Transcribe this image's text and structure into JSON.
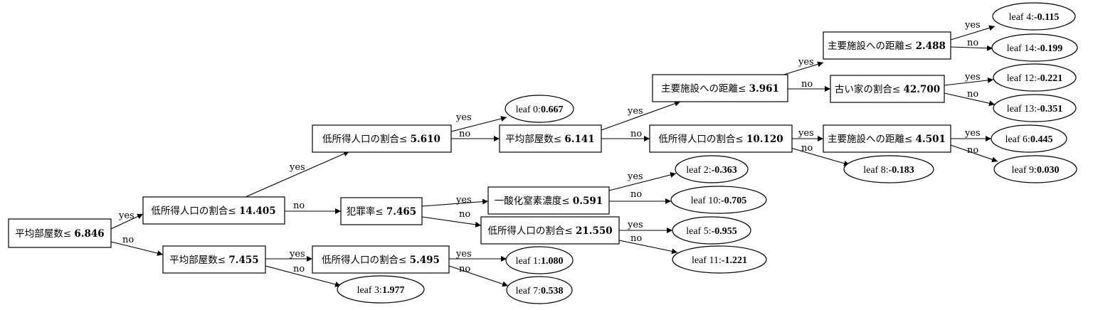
{
  "tree": {
    "edge_labels": {
      "yes": "yes",
      "no": "no"
    },
    "nodes": {
      "n_root": {
        "feature": "平均部屋数",
        "op": "≤",
        "threshold": "6.846"
      },
      "n_a": {
        "feature": "低所得人口の割合",
        "op": "≤",
        "threshold": "14.405"
      },
      "n_b": {
        "feature": "平均部屋数",
        "op": "≤",
        "threshold": "7.455"
      },
      "n_c": {
        "feature": "低所得人口の割合",
        "op": "≤",
        "threshold": "5.610"
      },
      "n_d": {
        "feature": "犯罪率",
        "op": "≤",
        "threshold": "7.465"
      },
      "n_e": {
        "feature": "低所得人口の割合",
        "op": "≤",
        "threshold": "5.495"
      },
      "n_f": {
        "feature": "平均部屋数",
        "op": "≤",
        "threshold": "6.141"
      },
      "n_g": {
        "feature": "一酸化窒素濃度",
        "op": "≤",
        "threshold": "0.591"
      },
      "n_h": {
        "feature": "低所得人口の割合",
        "op": "≤",
        "threshold": "21.550"
      },
      "n_i": {
        "feature": "主要施設への距離",
        "op": "≤",
        "threshold": "3.961"
      },
      "n_j": {
        "feature": "低所得人口の割合",
        "op": "≤",
        "threshold": "10.120"
      },
      "n_k": {
        "feature": "主要施設への距離",
        "op": "≤",
        "threshold": "2.488"
      },
      "n_l": {
        "feature": "古い家の割合",
        "op": "≤",
        "threshold": "42.700"
      },
      "n_m": {
        "feature": "主要施設への距離",
        "op": "≤",
        "threshold": "4.501"
      }
    },
    "leaves": {
      "l0": {
        "name": "leaf 0:",
        "value": "0.667"
      },
      "l1": {
        "name": "leaf 1:",
        "value": "1.080"
      },
      "l2": {
        "name": "leaf 2:",
        "value": "-0.363"
      },
      "l3": {
        "name": "leaf 3:",
        "value": "1.977"
      },
      "l4": {
        "name": "leaf 4:",
        "value": "-0.115"
      },
      "l5": {
        "name": "leaf 5:",
        "value": "-0.955"
      },
      "l6": {
        "name": "leaf 6:",
        "value": "0.445"
      },
      "l7": {
        "name": "leaf 7:",
        "value": "0.538"
      },
      "l8": {
        "name": "leaf 8:",
        "value": "-0.183"
      },
      "l9": {
        "name": "leaf 9:",
        "value": "0.030"
      },
      "l10": {
        "name": "leaf 10:",
        "value": "-0.705"
      },
      "l11": {
        "name": "leaf 11:",
        "value": "-1.221"
      },
      "l12": {
        "name": "leaf 12:",
        "value": "-0.221"
      },
      "l13": {
        "name": "leaf 13:",
        "value": "-0.351"
      },
      "l14": {
        "name": "leaf 14:",
        "value": "-0.199"
      }
    }
  }
}
